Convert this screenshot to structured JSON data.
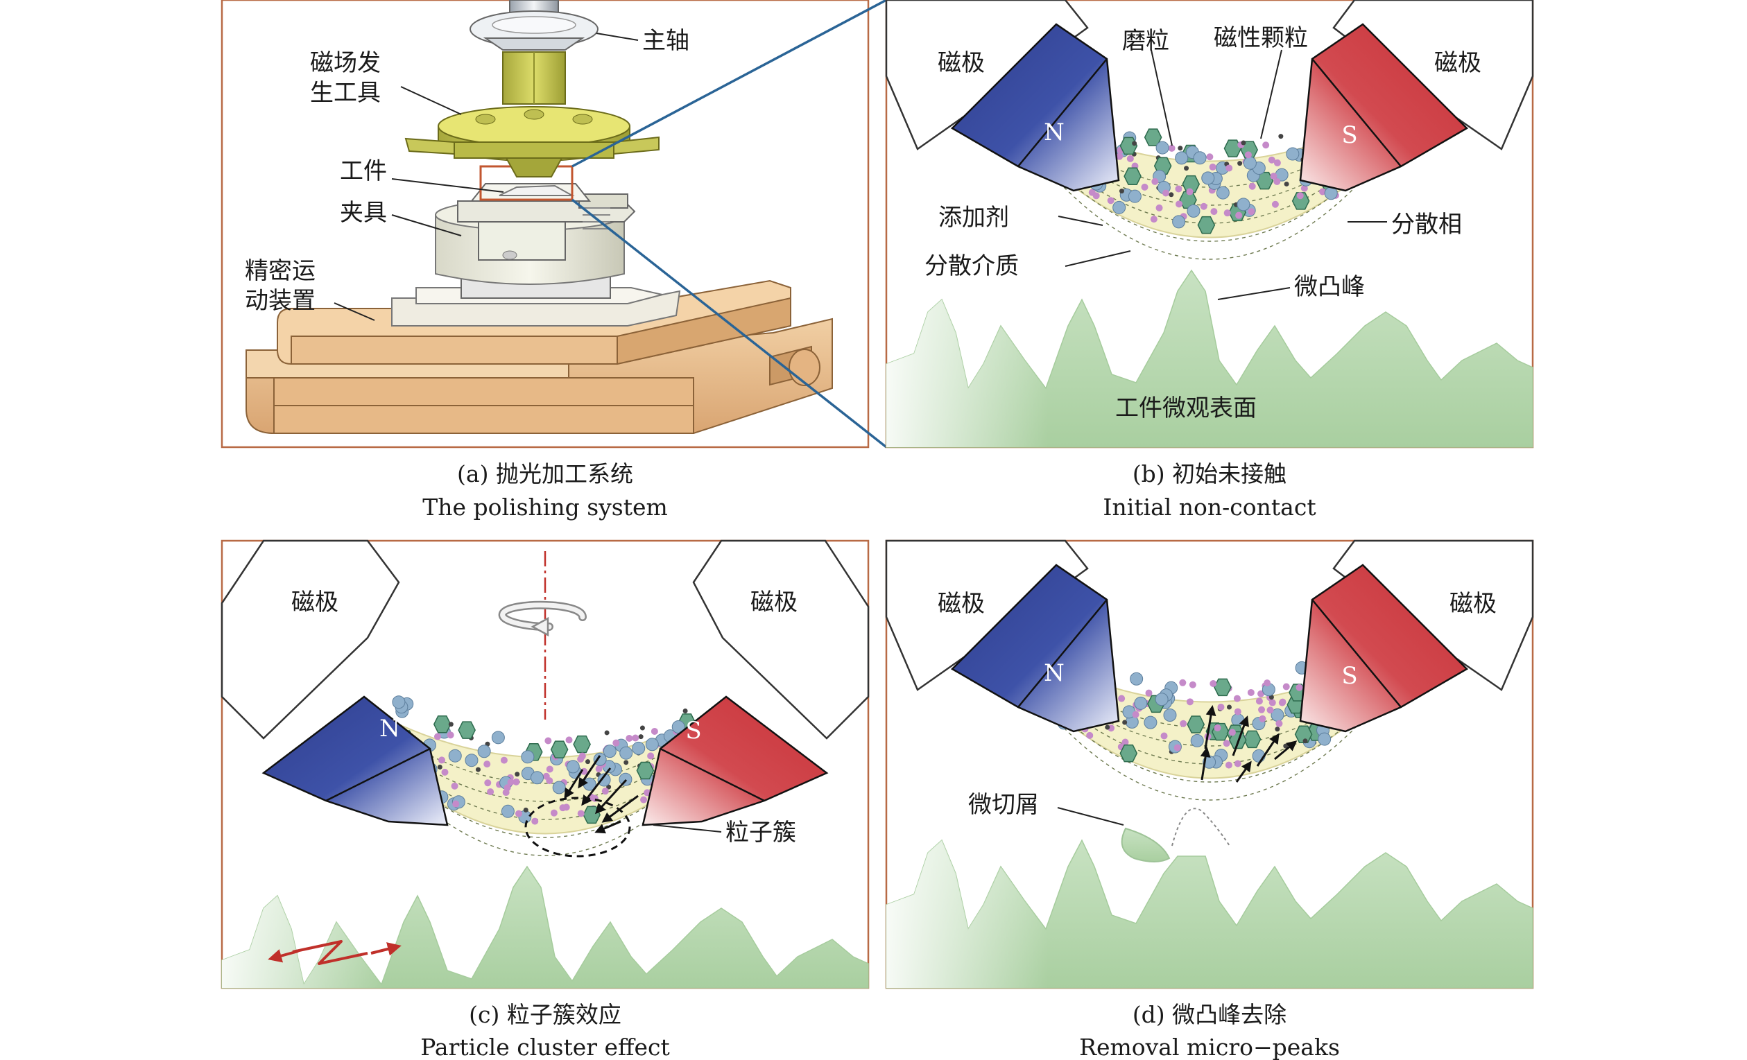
{
  "colors": {
    "frame": "#b86a45",
    "north_pole": "#2f3e8e",
    "south_pole": "#c83238",
    "surface": "#bfdcb8",
    "fluid": "#f4f1c8",
    "zoom_line": "#2a6496",
    "arrow_red": "#c0302a"
  },
  "panel_a": {
    "labels": {
      "spindle": "主轴",
      "field_tool_l1": "磁场发",
      "field_tool_l2": "生工具",
      "workpiece": "工件",
      "fixture": "夹具",
      "motion_l1": "精密运",
      "motion_l2": "动装置"
    },
    "caption_cn": "(a) 抛光加工系统",
    "caption_en": "The polishing system"
  },
  "panel_b": {
    "labels": {
      "pole_left": "磁极",
      "pole_right": "磁极",
      "abrasive": "磨粒",
      "magnetic_particle": "磁性颗粒",
      "additive": "添加剂",
      "dispersed_phase": "分散相",
      "medium": "分散介质",
      "micro_peak": "微凸峰",
      "surface": "工件微观表面",
      "north": "N",
      "south": "S"
    },
    "caption_cn": "(b) 初始未接触",
    "caption_en": "Initial non-contact"
  },
  "panel_c": {
    "labels": {
      "pole_left": "磁极",
      "pole_right": "磁极",
      "north": "N",
      "south": "S",
      "cluster": "粒子簇"
    },
    "caption_cn": "(c) 粒子簇效应",
    "caption_en": "Particle cluster effect"
  },
  "panel_d": {
    "labels": {
      "pole_left": "磁极",
      "pole_right": "磁极",
      "north": "N",
      "south": "S",
      "chip": "微切屑"
    },
    "caption_cn": "(d) 微凸峰去除",
    "caption_en": "Removal micro−peaks"
  }
}
